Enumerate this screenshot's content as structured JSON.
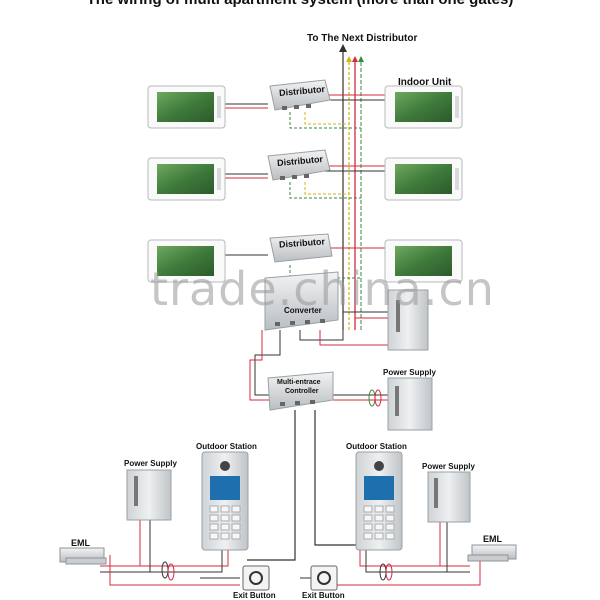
{
  "title": "The wiring of multi apartment system (more than one gates)",
  "labels": {
    "next_distributor": "To The Next Distributor",
    "indoor_unit": "Indoor Unit",
    "distributor": "Distributor",
    "converter": "Converter",
    "multi_entrance_1": "Multi-entrace",
    "multi_entrance_2": "Controller",
    "power_supply": "Power Supply",
    "outdoor_station": "Outdoor Station",
    "eml": "EML",
    "exit_button": "Exit Button"
  },
  "watermark": "trade.china.cn",
  "colors": {
    "wire_red": "#d42a3c",
    "wire_dark": "#333333",
    "wire_green": "#3a8a3a",
    "wire_yellow": "#d4b21a",
    "device_gray": "#cfd3d6",
    "screen_green": "#4e8f4a"
  }
}
